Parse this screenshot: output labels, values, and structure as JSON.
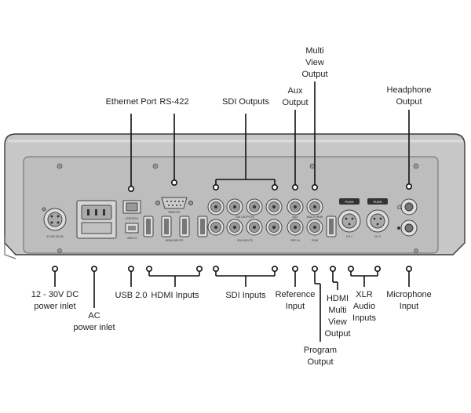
{
  "labels_top": {
    "ethernet": "Ethernet Port",
    "rs422": "RS-422",
    "sdi_outputs": "SDI Outputs",
    "aux_output": "Aux\nOutput",
    "multiview_output": "Multi\nView\nOutput",
    "headphone_output": "Headphone\nOutput"
  },
  "labels_bottom": {
    "dc_power": "12 - 30V DC\npower inlet",
    "ac_power": "AC\npower inlet",
    "usb": "USB 2.0",
    "hdmi_inputs": "HDMI Inputs",
    "sdi_inputs": "SDI Inputs",
    "reference_input": "Reference\nInput",
    "hdmi_multiview_output": "HDMI\nMulti\nView\nOutput",
    "xlr_audio_inputs": "XLR\nAudio\nInputs",
    "microphone_input": "Microphone\nInput",
    "program_output": "Program\nOutput"
  },
  "panel_text": {
    "dc": "12-30V 50-5A",
    "control": "CONTROL",
    "usb": "USB 2.0",
    "remote": "REMOTE",
    "hdmi_in": "HDMI INPUTS",
    "sdi_out": "SDI OUTPUTS",
    "sdi_in": "SDI INPUTS",
    "aux": "AUX",
    "multiview": "MULTI VIEW",
    "ref_in": "REF IN",
    "pgm": "PGM",
    "xlr1": "CH 1",
    "xlr2": "CH 2",
    "push": "PUSH"
  }
}
